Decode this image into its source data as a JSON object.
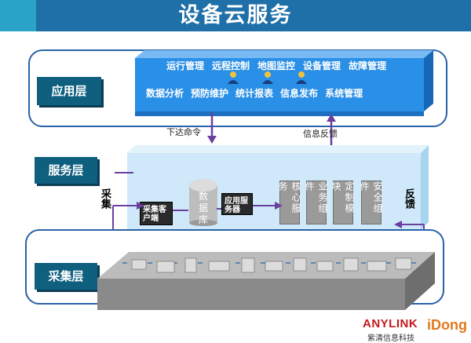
{
  "title": "设备云服务",
  "layers": {
    "application": "应用层",
    "service": "服务层",
    "collection": "采集层"
  },
  "app_row1": [
    "运行管理",
    "远程控制",
    "地图监控",
    "设备管理",
    "故障管理"
  ],
  "app_row2": [
    "数据分析",
    "预防维护",
    "统计报表",
    "信息发布",
    "系统管理"
  ],
  "arrows": {
    "down_command": "下达命令",
    "info_feedback": "信息反馈",
    "collect": "采集",
    "feedback": "反馈"
  },
  "service_modules": {
    "collect_client": "采集客户端",
    "database": "数据库",
    "app_server": "应用服务器",
    "columns": [
      "核心服务",
      "业务组件",
      "定制模块",
      "安全组件"
    ]
  },
  "footer": {
    "brand": "ANYLINK",
    "company": "紫清信息科技",
    "logo_text": "iDong"
  },
  "colors": {
    "title_bar": "#1f6fa8",
    "app_box": "#2a8fe6",
    "service_box": "#cfe9fa",
    "layer_label": "#0f607f",
    "frame": "#2a62a8",
    "arrow": "#6b3fa0"
  }
}
